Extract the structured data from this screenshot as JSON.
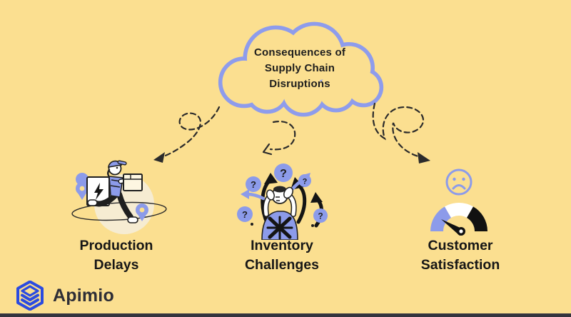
{
  "canvas": {
    "background_color": "#fbdf90",
    "accent_periwinkle": "#8e9cec",
    "ink_color": "#1d1d1d",
    "footer_bar_color": "#34343e"
  },
  "cloud": {
    "line1": "Consequences of",
    "line2": "Supply Chain",
    "line3": "Disruptions"
  },
  "items": [
    {
      "id": "production-delays",
      "illustration": "delivery-person-running-with-packages",
      "label_line1": "Production",
      "label_line2": "Delays"
    },
    {
      "id": "inventory-challenges",
      "illustration": "confused-person-with-question-marks",
      "label_line1": "Inventory",
      "label_line2": "Challenges"
    },
    {
      "id": "customer-satisfaction",
      "illustration": "sad-face-satisfaction-gauge",
      "label_line1": "Customer",
      "label_line2": "Satisfaction"
    }
  ],
  "logo": {
    "text": "Apimio",
    "icon": "apimio-hexagon-stack-icon",
    "icon_color": "#2b4be0"
  }
}
